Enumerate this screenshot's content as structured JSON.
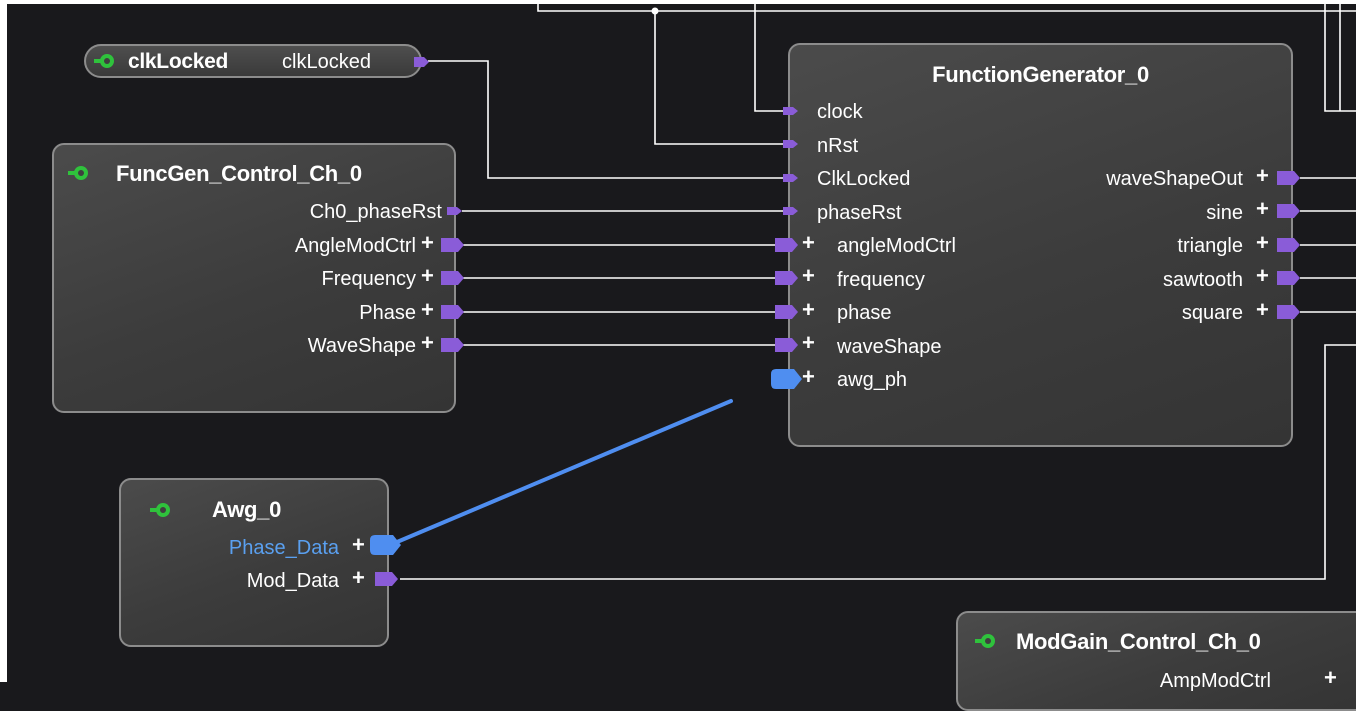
{
  "colors": {
    "canvas": "#19191c",
    "wire": "#ffffff",
    "port": "#8a5cd8",
    "selected": "#4f8ef0",
    "node_border": "#8c8c8c",
    "icon": "#2fc23c"
  },
  "nodes": {
    "clk_locked": {
      "title": "clkLocked",
      "output": "clkLocked",
      "icon": "connector-icon"
    },
    "funcgen_control": {
      "title": "FuncGen_Control_Ch_0",
      "icon": "connector-icon",
      "outputs": [
        "Ch0_phaseRst",
        "AngleModCtrl",
        "Frequency",
        "Phase",
        "WaveShape"
      ]
    },
    "function_generator": {
      "title": "FunctionGenerator_0",
      "inputs": [
        "clock",
        "nRst",
        "ClkLocked",
        "phaseRst",
        "angleModCtrl",
        "frequency",
        "phase",
        "waveShape",
        "awg_ph"
      ],
      "outputs": [
        "waveShapeOut",
        "sine",
        "triangle",
        "sawtooth",
        "square"
      ]
    },
    "awg": {
      "title": "Awg_0",
      "icon": "connector-icon",
      "outputs": [
        "Phase_Data",
        "Mod_Data"
      ]
    },
    "modgain_control": {
      "title": "ModGain_Control_Ch_0",
      "icon": "connector-icon",
      "outputs": [
        "AmpModCtrl"
      ]
    }
  }
}
